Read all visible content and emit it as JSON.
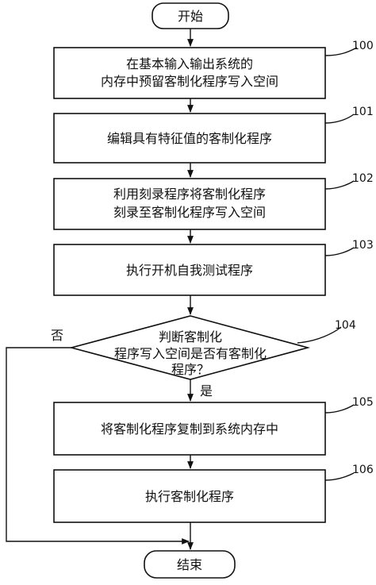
{
  "flowchart": {
    "start": "开始",
    "steps": [
      {
        "ref": "100",
        "lines": [
          "在基本输入输出系统的",
          "内存中预留客制化程序写入空间"
        ]
      },
      {
        "ref": "101",
        "lines": [
          "编辑具有特征值的客制化程序"
        ]
      },
      {
        "ref": "102",
        "lines": [
          "利用刻录程序将客制化程序",
          "刻录至客制化程序写入空间"
        ]
      },
      {
        "ref": "103",
        "lines": [
          "执行开机自我测试程序"
        ]
      }
    ],
    "decision": {
      "ref": "104",
      "lines": [
        "判断客制化",
        "程序写入空间是否有客制化",
        "程序？"
      ],
      "yes_label": "是",
      "no_label": "否"
    },
    "after_steps": [
      {
        "ref": "105",
        "lines": [
          "将客制化程序复制到系统内存中"
        ]
      },
      {
        "ref": "106",
        "lines": [
          "执行客制化程序"
        ]
      }
    ],
    "end": "结束"
  }
}
